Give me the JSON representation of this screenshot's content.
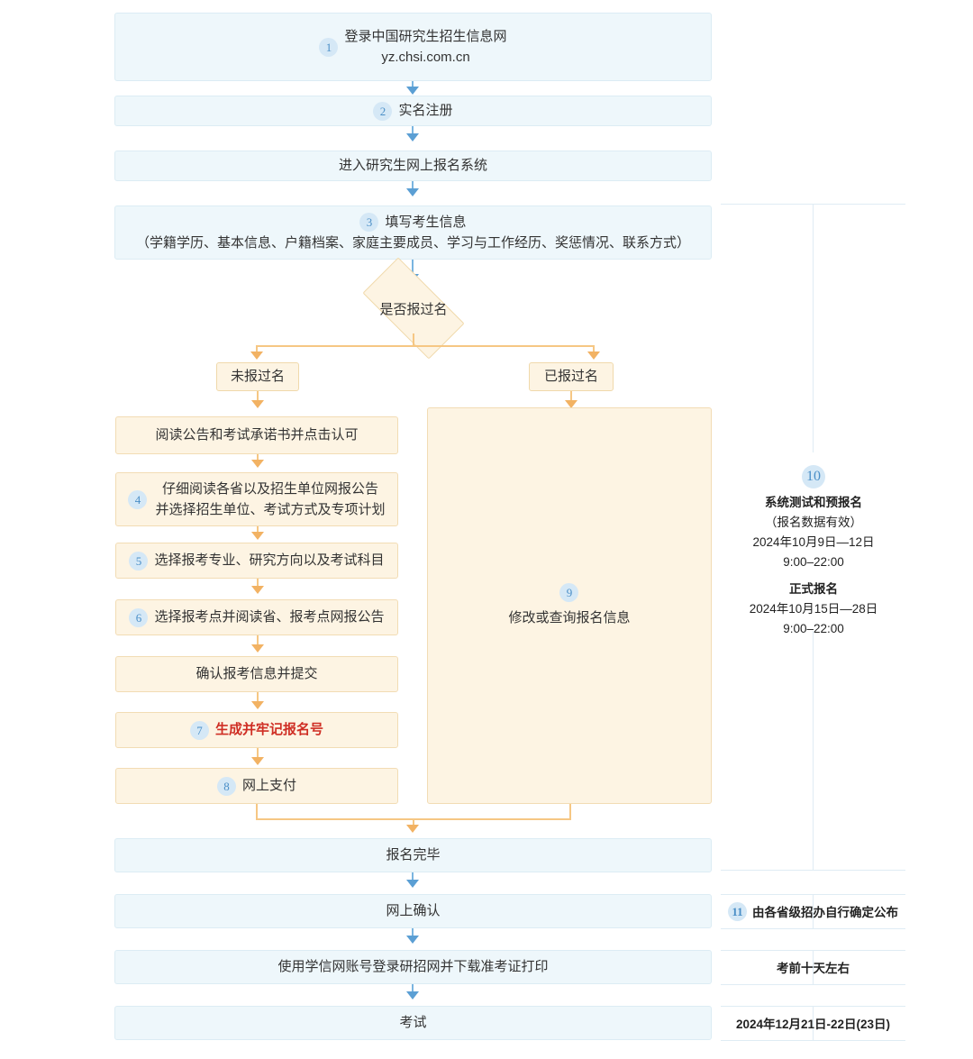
{
  "flow": {
    "nodes": [
      {
        "id": "login",
        "step": "1",
        "lines": [
          "登录中国研究生招生信息网",
          "yz.chsi.com.cn"
        ],
        "style": "blue"
      },
      {
        "id": "register",
        "step": "2",
        "lines": [
          "实名注册"
        ],
        "style": "blue"
      },
      {
        "id": "enter-system",
        "step": "",
        "lines": [
          "进入研究生网上报名系统"
        ],
        "style": "blue"
      },
      {
        "id": "fill-info",
        "step": "3",
        "lines": [
          "填写考生信息",
          "（学籍学历、基本信息、户籍档案、家庭主要成员、学习与工作经历、奖惩情况、联系方式）"
        ],
        "style": "blue"
      },
      {
        "id": "finish-signup",
        "step": "",
        "lines": [
          "报名完毕"
        ],
        "style": "blue"
      },
      {
        "id": "online-confirm",
        "step": "",
        "lines": [
          "网上确认"
        ],
        "style": "blue"
      },
      {
        "id": "download-ticket",
        "step": "",
        "lines": [
          "使用学信网账号登录研招网并下载准考证打印"
        ],
        "style": "blue"
      },
      {
        "id": "exam",
        "step": "",
        "lines": [
          "考试"
        ],
        "style": "blue"
      }
    ],
    "decision": {
      "label": "是否报过名"
    },
    "branch_labels": {
      "left": "未报过名",
      "right": "已报过名"
    },
    "left_branch": [
      {
        "id": "read-notice",
        "step": "",
        "lines": [
          "阅读公告和考试承诺书并点击认可"
        ]
      },
      {
        "id": "read-province-notice",
        "step": "4",
        "lines": [
          "仔细阅读各省以及招生单位网报公告",
          "并选择招生单位、考试方式及专项计划"
        ]
      },
      {
        "id": "choose-major",
        "step": "5",
        "lines": [
          "选择报考专业、研究方向以及考试科目"
        ]
      },
      {
        "id": "choose-exam-site",
        "step": "6",
        "lines": [
          "选择报考点并阅读省、报考点网报公告"
        ]
      },
      {
        "id": "confirm-submit",
        "step": "",
        "lines": [
          "确认报考信息并提交"
        ]
      },
      {
        "id": "generate-number",
        "step": "7",
        "lines": [
          "生成并牢记报名号"
        ],
        "emphasis": "red"
      },
      {
        "id": "online-payment",
        "step": "8",
        "lines": [
          "网上支付"
        ]
      }
    ],
    "right_branch": {
      "id": "modify-query",
      "step": "9",
      "lines": [
        "修改或查询报名信息"
      ]
    }
  },
  "sidebar": {
    "schedule": {
      "step": "10",
      "pre_title": "系统测试和预报名",
      "pre_note": "（报名数据有效）",
      "pre_date": "2024年10月9日—12日",
      "pre_time": "9:00–22:00",
      "formal_title": "正式报名",
      "formal_date": "2024年10月15日—28日",
      "formal_time": "9:00–22:00"
    },
    "rows": [
      {
        "id": "confirm-note",
        "step": "11",
        "text": "由各省级招办自行确定公布"
      },
      {
        "id": "ticket-note",
        "step": "",
        "text": "考前十天左右"
      },
      {
        "id": "exam-note",
        "step": "",
        "text": "2024年12月21日-22日(23日)"
      }
    ]
  },
  "colors": {
    "blue_fill": "#eef7fb",
    "blue_border": "#dcecf4",
    "orange_fill": "#fdf4e3",
    "orange_border": "#f2dcb4",
    "arrow_blue": "#5b9fd4",
    "arrow_orange": "#f2b263",
    "badge_fill": "#d5e8f6",
    "badge_text": "#4b8fc7",
    "emphasis_red": "#cf2e24",
    "rule": "#dfecf4"
  }
}
